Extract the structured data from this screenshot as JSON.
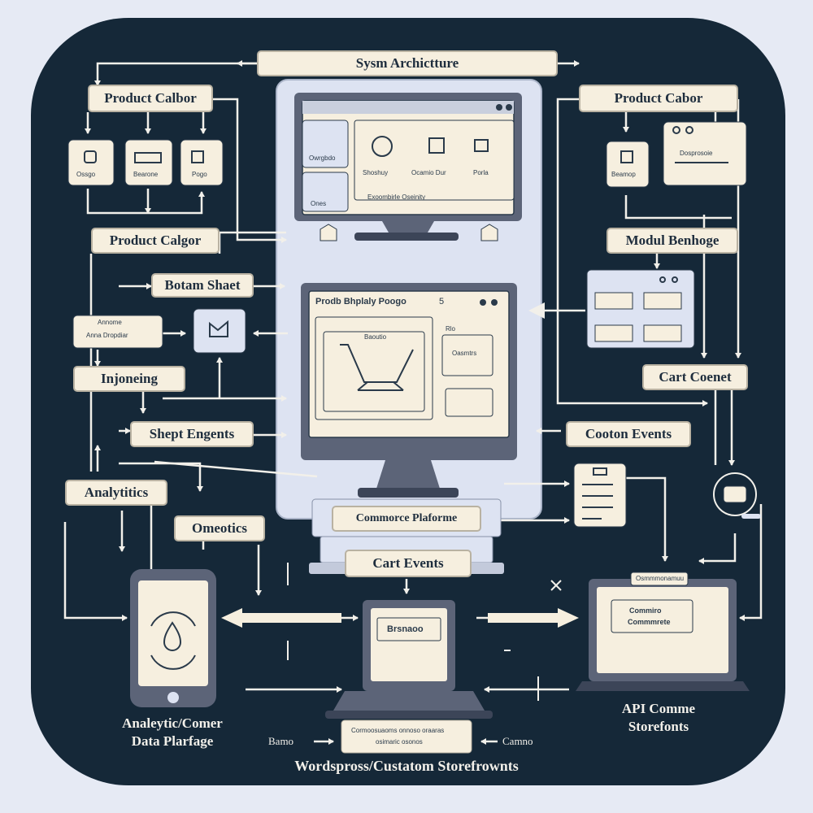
{
  "title": "Sysm Archictture",
  "left_column": {
    "product_calbor_top": "Product Calbor",
    "module_tiles": [
      "Ossgo",
      "Bearone",
      "Pogo"
    ],
    "product_calgor": "Product Calgor",
    "bottom_sheet": "Botam Shaet",
    "filter_card": [
      "Annome",
      "Anna Dropdiar"
    ],
    "injoneing": "Injoneing",
    "shept_engents": "Shept Engents",
    "analytics": "Analytitics",
    "omeotics": "Omeotics"
  },
  "right_column": {
    "product_calbor": "Product Cabor",
    "tile_label": "Beamop",
    "dropdown_card": "Dosprosoie",
    "modul_benhoge": "Modul Benhoge",
    "cart_coenet": "Cart Coenet",
    "cooton_events": "Cooton Events"
  },
  "top_monitor": {
    "icons": [
      "Shoshuy",
      "Ocamio Dur",
      "Porla"
    ],
    "status_text": "Exoombirle Oseinity",
    "side_tiles": [
      "Owrgbdo",
      "Ones"
    ]
  },
  "product_display": {
    "window_title": "Prodb Bhplaly Poogo",
    "window_count": "5",
    "panel_label": "Baoutio",
    "side_labels": [
      "Rlo",
      "Oasmtrs"
    ]
  },
  "platform": {
    "commerce_platform": "Commorce Plaforme",
    "cart_events": "Cart Events"
  },
  "bottom": {
    "center_screen": "Brsnaoo",
    "note_lines": [
      "Cormoosuaoms onnoso oraaras",
      "osimaric osonos"
    ],
    "left_tag": "Bamo",
    "right_tag": "Camno",
    "laptop_top": "Osmmmonamuu",
    "laptop_screen": [
      "Commiro",
      "Commmrete"
    ],
    "mobile_caption": [
      "Analeytic/Comer",
      "Data Plarfage"
    ],
    "api_caption": [
      "API Comme",
      "Storefonts"
    ],
    "footer": "Wordspross/Custatom Storefrownts"
  },
  "colors": {
    "background": "#e6eaf4",
    "board": "#152838",
    "cream": "#f6efdf",
    "panel": "#dde3f2",
    "device_gray": "#5c6478",
    "line": "#f2f0ea"
  }
}
